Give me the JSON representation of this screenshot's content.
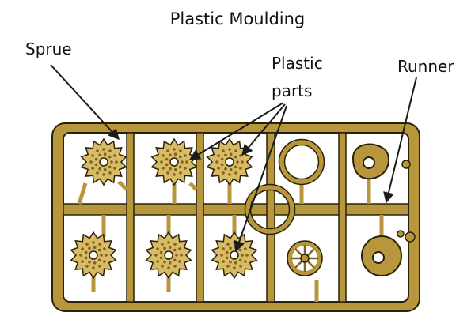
{
  "title": "Plastic Moulding",
  "labels": {
    "sprue": "Sprue",
    "plastic_parts_line1": "Plastic",
    "plastic_parts_line2": "parts",
    "runner": "Runner"
  },
  "colors": {
    "plastic": "#b8963b",
    "plastic_light": "#d9bb66",
    "plastic_dark": "#7d6420",
    "outline": "#2a2208",
    "arrow": "#1a1a1a"
  },
  "parts": {
    "gears": 6,
    "rings": 2,
    "wheel": 1,
    "discs": 2
  }
}
